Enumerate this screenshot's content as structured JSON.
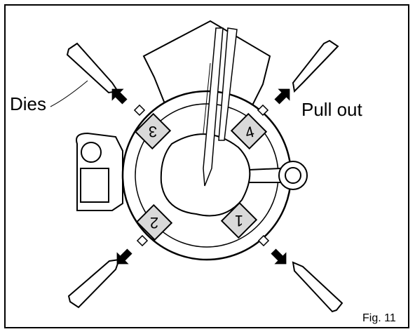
{
  "figure": {
    "labels": {
      "dies": "Dies",
      "pull_out": "Pull out",
      "fig_number": "Fig. 11"
    },
    "die_numbers": [
      "3",
      "4",
      "2",
      "1"
    ]
  },
  "colors": {
    "ink": "#000000",
    "paper": "#ffffff",
    "number_fill": "#d9d9d9"
  }
}
